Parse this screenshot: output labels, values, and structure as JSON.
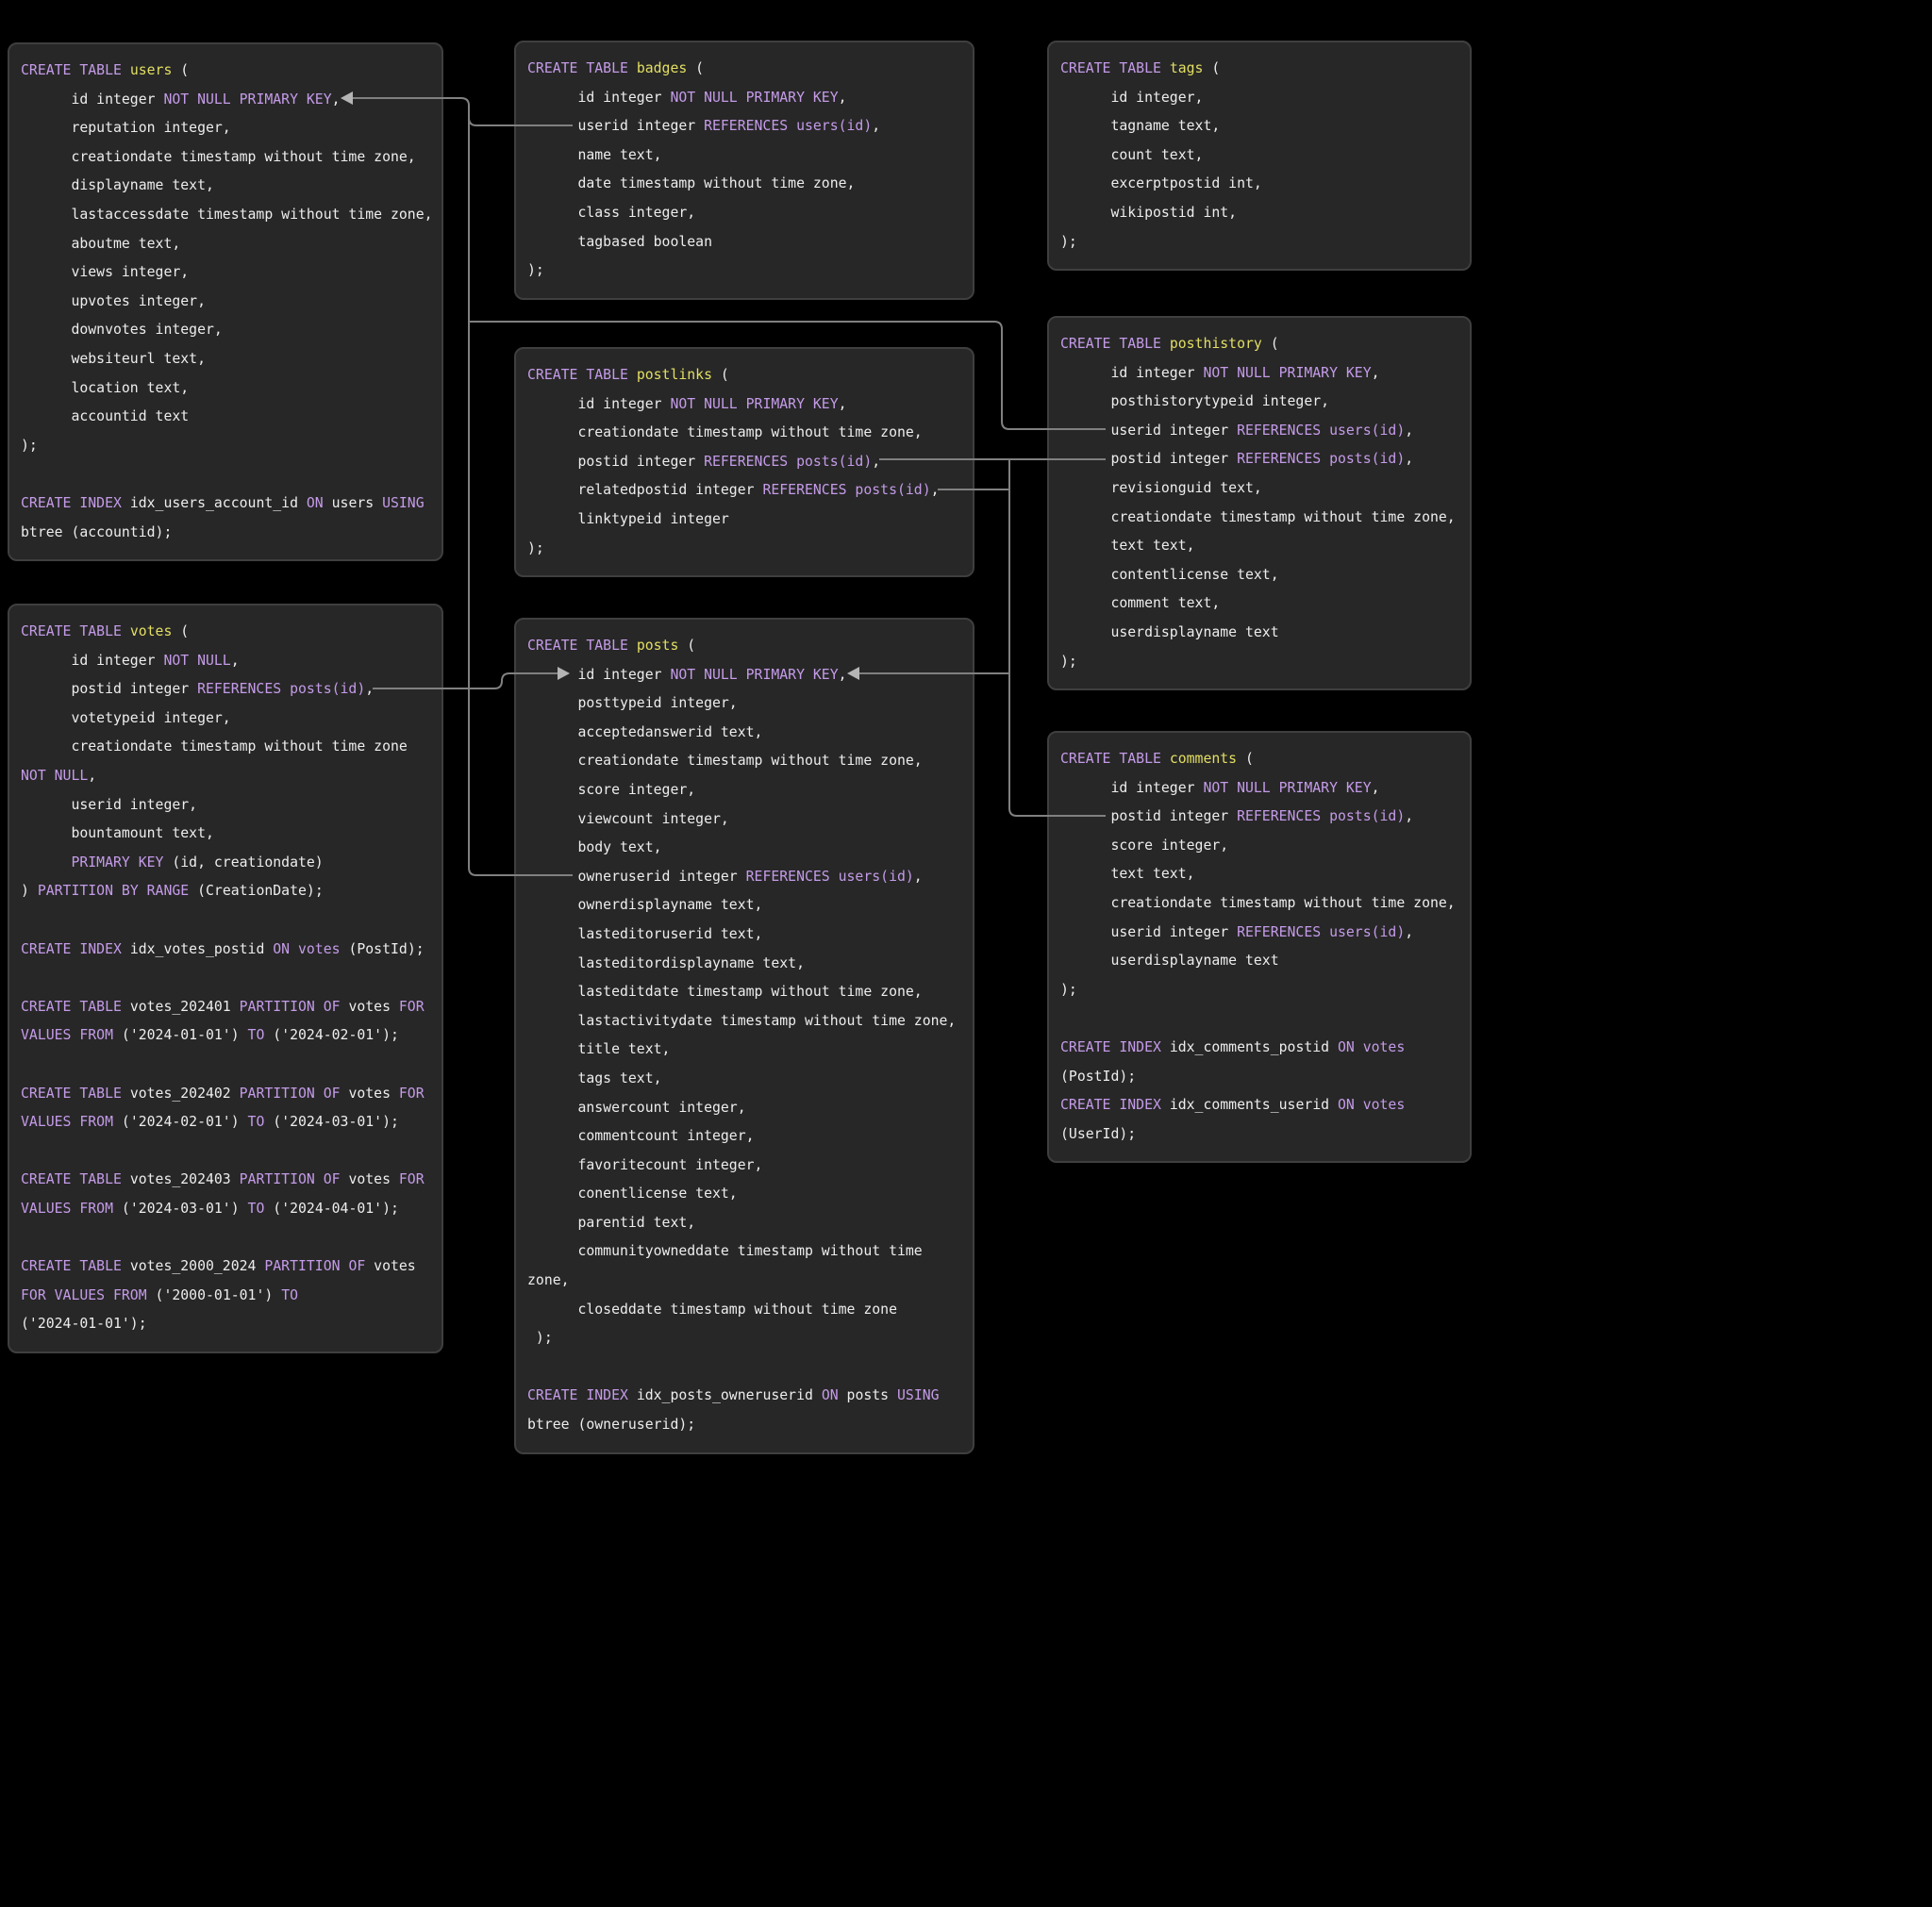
{
  "colors": {
    "background": "#000000",
    "box_background": "#272727",
    "box_border": "#3f3f3f",
    "text": "#ededed",
    "keyword": "#c49be8",
    "table_name": "#e3df63",
    "relation_line": "#808080",
    "arrowhead": "#b5b5b5"
  },
  "relations": [
    {
      "from": "badges.userid",
      "to": "users.id"
    },
    {
      "from": "posthistory.userid",
      "to": "users.id"
    },
    {
      "from": "posts.owneruserid",
      "to": "users.id"
    },
    {
      "from": "votes.postid",
      "to": "posts.id"
    },
    {
      "from": "postlinks.postid",
      "to": "posts.id"
    },
    {
      "from": "postlinks.relatedpostid",
      "to": "posts.id"
    },
    {
      "from": "posthistory.postid",
      "to": "posts.id"
    },
    {
      "from": "comments.postid",
      "to": "posts.id"
    }
  ],
  "tables": {
    "users": {
      "lines": [
        [
          [
            "k",
            "CREATE TABLE "
          ],
          [
            "t",
            "users"
          ],
          [
            "p",
            " ("
          ]
        ],
        [
          [
            "p",
            "      id integer "
          ],
          [
            "k",
            "NOT NULL PRIMARY KEY"
          ],
          [
            "p",
            ","
          ]
        ],
        [
          [
            "p",
            "      reputation integer,"
          ]
        ],
        [
          [
            "p",
            "      creationdate timestamp without time zone,"
          ]
        ],
        [
          [
            "p",
            "      displayname text,"
          ]
        ],
        [
          [
            "p",
            "      lastaccessdate timestamp without time zone,"
          ]
        ],
        [
          [
            "p",
            "      aboutme text,"
          ]
        ],
        [
          [
            "p",
            "      views integer,"
          ]
        ],
        [
          [
            "p",
            "      upvotes integer,"
          ]
        ],
        [
          [
            "p",
            "      downvotes integer,"
          ]
        ],
        [
          [
            "p",
            "      websiteurl text,"
          ]
        ],
        [
          [
            "p",
            "      location text,"
          ]
        ],
        [
          [
            "p",
            "      accountid text"
          ]
        ],
        [
          [
            "p",
            ");"
          ]
        ],
        [],
        [
          [
            "k",
            "CREATE INDEX "
          ],
          [
            "p",
            "idx_users_account_id "
          ],
          [
            "k",
            "ON"
          ],
          [
            "p",
            " users "
          ],
          [
            "k",
            "USING"
          ]
        ],
        [
          [
            "p",
            "btree (accountid);"
          ]
        ]
      ]
    },
    "badges": {
      "lines": [
        [
          [
            "k",
            "CREATE TABLE "
          ],
          [
            "t",
            "badges"
          ],
          [
            "p",
            " ("
          ]
        ],
        [
          [
            "p",
            "      id integer "
          ],
          [
            "k",
            "NOT NULL PRIMARY KEY"
          ],
          [
            "p",
            ","
          ]
        ],
        [
          [
            "p",
            "      userid integer "
          ],
          [
            "k",
            "REFERENCES users(id)"
          ],
          [
            "p",
            ","
          ]
        ],
        [
          [
            "p",
            "      name text,"
          ]
        ],
        [
          [
            "p",
            "      date timestamp without time zone,"
          ]
        ],
        [
          [
            "p",
            "      class integer,"
          ]
        ],
        [
          [
            "p",
            "      tagbased boolean"
          ]
        ],
        [
          [
            "p",
            ");"
          ]
        ]
      ]
    },
    "tags": {
      "lines": [
        [
          [
            "k",
            "CREATE TABLE "
          ],
          [
            "t",
            "tags"
          ],
          [
            "p",
            " ("
          ]
        ],
        [
          [
            "p",
            "      id integer,"
          ]
        ],
        [
          [
            "p",
            "      tagname text,"
          ]
        ],
        [
          [
            "p",
            "      count text,"
          ]
        ],
        [
          [
            "p",
            "      excerptpostid int,"
          ]
        ],
        [
          [
            "p",
            "      wikipostid int,"
          ]
        ],
        [
          [
            "p",
            ");"
          ]
        ]
      ]
    },
    "postlinks": {
      "lines": [
        [
          [
            "k",
            "CREATE TABLE "
          ],
          [
            "t",
            "postlinks"
          ],
          [
            "p",
            " ("
          ]
        ],
        [
          [
            "p",
            "      id integer "
          ],
          [
            "k",
            "NOT NULL PRIMARY KEY"
          ],
          [
            "p",
            ","
          ]
        ],
        [
          [
            "p",
            "      creationdate timestamp without time zone,"
          ]
        ],
        [
          [
            "p",
            "      postid integer "
          ],
          [
            "k",
            "REFERENCES posts(id)"
          ],
          [
            "p",
            ","
          ]
        ],
        [
          [
            "p",
            "      relatedpostid integer "
          ],
          [
            "k",
            "REFERENCES posts(id)"
          ],
          [
            "p",
            ","
          ]
        ],
        [
          [
            "p",
            "      linktypeid integer"
          ]
        ],
        [
          [
            "p",
            ");"
          ]
        ]
      ]
    },
    "posthistory": {
      "lines": [
        [
          [
            "k",
            "CREATE TABLE "
          ],
          [
            "t",
            "posthistory"
          ],
          [
            "p",
            " ("
          ]
        ],
        [
          [
            "p",
            "      id integer "
          ],
          [
            "k",
            "NOT NULL PRIMARY KEY"
          ],
          [
            "p",
            ","
          ]
        ],
        [
          [
            "p",
            "      posthistorytypeid integer,"
          ]
        ],
        [
          [
            "p",
            "      userid integer "
          ],
          [
            "k",
            "REFERENCES users(id)"
          ],
          [
            "p",
            ","
          ]
        ],
        [
          [
            "p",
            "      postid integer "
          ],
          [
            "k",
            "REFERENCES posts(id)"
          ],
          [
            "p",
            ","
          ]
        ],
        [
          [
            "p",
            "      revisionguid text,"
          ]
        ],
        [
          [
            "p",
            "      creationdate timestamp without time zone,"
          ]
        ],
        [
          [
            "p",
            "      text text,"
          ]
        ],
        [
          [
            "p",
            "      contentlicense text,"
          ]
        ],
        [
          [
            "p",
            "      comment text,"
          ]
        ],
        [
          [
            "p",
            "      userdisplayname text"
          ]
        ],
        [
          [
            "p",
            ");"
          ]
        ]
      ]
    },
    "votes": {
      "lines": [
        [
          [
            "k",
            "CREATE TABLE "
          ],
          [
            "t",
            "votes"
          ],
          [
            "p",
            " ("
          ]
        ],
        [
          [
            "p",
            "      id integer "
          ],
          [
            "k",
            "NOT NULL"
          ],
          [
            "p",
            ","
          ]
        ],
        [
          [
            "p",
            "      postid integer "
          ],
          [
            "k",
            "REFERENCES posts(id)"
          ],
          [
            "p",
            ","
          ]
        ],
        [
          [
            "p",
            "      votetypeid integer,"
          ]
        ],
        [
          [
            "p",
            "      creationdate timestamp without time zone"
          ]
        ],
        [
          [
            "k",
            "NOT NULL"
          ],
          [
            "p",
            ","
          ]
        ],
        [
          [
            "p",
            "      userid integer,"
          ]
        ],
        [
          [
            "p",
            "      bountamount text,"
          ]
        ],
        [
          [
            "p",
            "      "
          ],
          [
            "k",
            "PRIMARY KEY"
          ],
          [
            "p",
            " (id, creationdate)"
          ]
        ],
        [
          [
            "p",
            ") "
          ],
          [
            "k",
            "PARTITION BY RANGE"
          ],
          [
            "p",
            " (CreationDate);"
          ]
        ],
        [],
        [
          [
            "k",
            "CREATE INDEX "
          ],
          [
            "p",
            "idx_votes_postid "
          ],
          [
            "k",
            "ON votes"
          ],
          [
            "p",
            " (PostId);"
          ]
        ],
        [],
        [
          [
            "k",
            "CREATE TABLE "
          ],
          [
            "p",
            "votes_202401 "
          ],
          [
            "k",
            "PARTITION OF"
          ],
          [
            "p",
            " votes "
          ],
          [
            "k",
            "FOR"
          ]
        ],
        [
          [
            "k",
            "VALUES FROM"
          ],
          [
            "p",
            " ('2024-01-01') "
          ],
          [
            "k",
            "TO"
          ],
          [
            "p",
            " ('2024-02-01');"
          ]
        ],
        [],
        [
          [
            "k",
            "CREATE TABLE "
          ],
          [
            "p",
            "votes_202402 "
          ],
          [
            "k",
            "PARTITION OF"
          ],
          [
            "p",
            " votes "
          ],
          [
            "k",
            "FOR"
          ]
        ],
        [
          [
            "k",
            "VALUES FROM"
          ],
          [
            "p",
            " ('2024-02-01') "
          ],
          [
            "k",
            "TO"
          ],
          [
            "p",
            " ('2024-03-01');"
          ]
        ],
        [],
        [
          [
            "k",
            "CREATE TABLE "
          ],
          [
            "p",
            "votes_202403 "
          ],
          [
            "k",
            "PARTITION OF"
          ],
          [
            "p",
            " votes "
          ],
          [
            "k",
            "FOR"
          ]
        ],
        [
          [
            "k",
            "VALUES FROM"
          ],
          [
            "p",
            " ('2024-03-01') "
          ],
          [
            "k",
            "TO"
          ],
          [
            "p",
            " ('2024-04-01');"
          ]
        ],
        [],
        [
          [
            "k",
            "CREATE TABLE "
          ],
          [
            "p",
            "votes_2000_2024 "
          ],
          [
            "k",
            "PARTITION OF"
          ],
          [
            "p",
            " votes"
          ]
        ],
        [
          [
            "k",
            "FOR VALUES FROM"
          ],
          [
            "p",
            " ('2000-01-01') "
          ],
          [
            "k",
            "TO"
          ]
        ],
        [
          [
            "p",
            "('2024-01-01');"
          ]
        ]
      ]
    },
    "posts": {
      "lines": [
        [
          [
            "k",
            "CREATE TABLE "
          ],
          [
            "t",
            "posts"
          ],
          [
            "p",
            " ("
          ]
        ],
        [
          [
            "p",
            "      id integer "
          ],
          [
            "k",
            "NOT NULL PRIMARY KEY"
          ],
          [
            "p",
            ","
          ]
        ],
        [
          [
            "p",
            "      posttypeid integer,"
          ]
        ],
        [
          [
            "p",
            "      acceptedanswerid text,"
          ]
        ],
        [
          [
            "p",
            "      creationdate timestamp without time zone,"
          ]
        ],
        [
          [
            "p",
            "      score integer,"
          ]
        ],
        [
          [
            "p",
            "      viewcount integer,"
          ]
        ],
        [
          [
            "p",
            "      body text,"
          ]
        ],
        [
          [
            "p",
            "      owneruserid integer "
          ],
          [
            "k",
            "REFERENCES users(id)"
          ],
          [
            "p",
            ","
          ]
        ],
        [
          [
            "p",
            "      ownerdisplayname text,"
          ]
        ],
        [
          [
            "p",
            "      lasteditoruserid text,"
          ]
        ],
        [
          [
            "p",
            "      lasteditordisplayname text,"
          ]
        ],
        [
          [
            "p",
            "      lasteditdate timestamp without time zone,"
          ]
        ],
        [
          [
            "p",
            "      lastactivitydate timestamp without time zone,"
          ]
        ],
        [
          [
            "p",
            "      title text,"
          ]
        ],
        [
          [
            "p",
            "      tags text,"
          ]
        ],
        [
          [
            "p",
            "      answercount integer,"
          ]
        ],
        [
          [
            "p",
            "      commentcount integer,"
          ]
        ],
        [
          [
            "p",
            "      favoritecount integer,"
          ]
        ],
        [
          [
            "p",
            "      conentlicense text,"
          ]
        ],
        [
          [
            "p",
            "      parentid text,"
          ]
        ],
        [
          [
            "p",
            "      communityowneddate timestamp without time"
          ]
        ],
        [
          [
            "p",
            "zone,"
          ]
        ],
        [
          [
            "p",
            "      closeddate timestamp without time zone"
          ]
        ],
        [
          [
            "p",
            " );"
          ]
        ],
        [],
        [
          [
            "k",
            "CREATE INDEX "
          ],
          [
            "p",
            "idx_posts_owneruserid "
          ],
          [
            "k",
            "ON"
          ],
          [
            "p",
            " posts "
          ],
          [
            "k",
            "USING"
          ]
        ],
        [
          [
            "p",
            "btree (owneruserid);"
          ]
        ]
      ]
    },
    "comments": {
      "lines": [
        [
          [
            "k",
            "CREATE TABLE "
          ],
          [
            "t",
            "comments"
          ],
          [
            "p",
            " ("
          ]
        ],
        [
          [
            "p",
            "      id integer "
          ],
          [
            "k",
            "NOT NULL PRIMARY KEY"
          ],
          [
            "p",
            ","
          ]
        ],
        [
          [
            "p",
            "      postid integer "
          ],
          [
            "k",
            "REFERENCES posts(id)"
          ],
          [
            "p",
            ","
          ]
        ],
        [
          [
            "p",
            "      score integer,"
          ]
        ],
        [
          [
            "p",
            "      text text,"
          ]
        ],
        [
          [
            "p",
            "      creationdate timestamp without time zone,"
          ]
        ],
        [
          [
            "p",
            "      userid integer "
          ],
          [
            "k",
            "REFERENCES users(id)"
          ],
          [
            "p",
            ","
          ]
        ],
        [
          [
            "p",
            "      userdisplayname text"
          ]
        ],
        [
          [
            "p",
            ");"
          ]
        ],
        [],
        [
          [
            "k",
            "CREATE INDEX "
          ],
          [
            "p",
            "idx_comments_postid "
          ],
          [
            "k",
            "ON votes"
          ]
        ],
        [
          [
            "p",
            "(PostId);"
          ]
        ],
        [
          [
            "k",
            "CREATE INDEX "
          ],
          [
            "p",
            "idx_comments_userid "
          ],
          [
            "k",
            "ON votes"
          ]
        ],
        [
          [
            "p",
            "(UserId);"
          ]
        ]
      ]
    }
  }
}
